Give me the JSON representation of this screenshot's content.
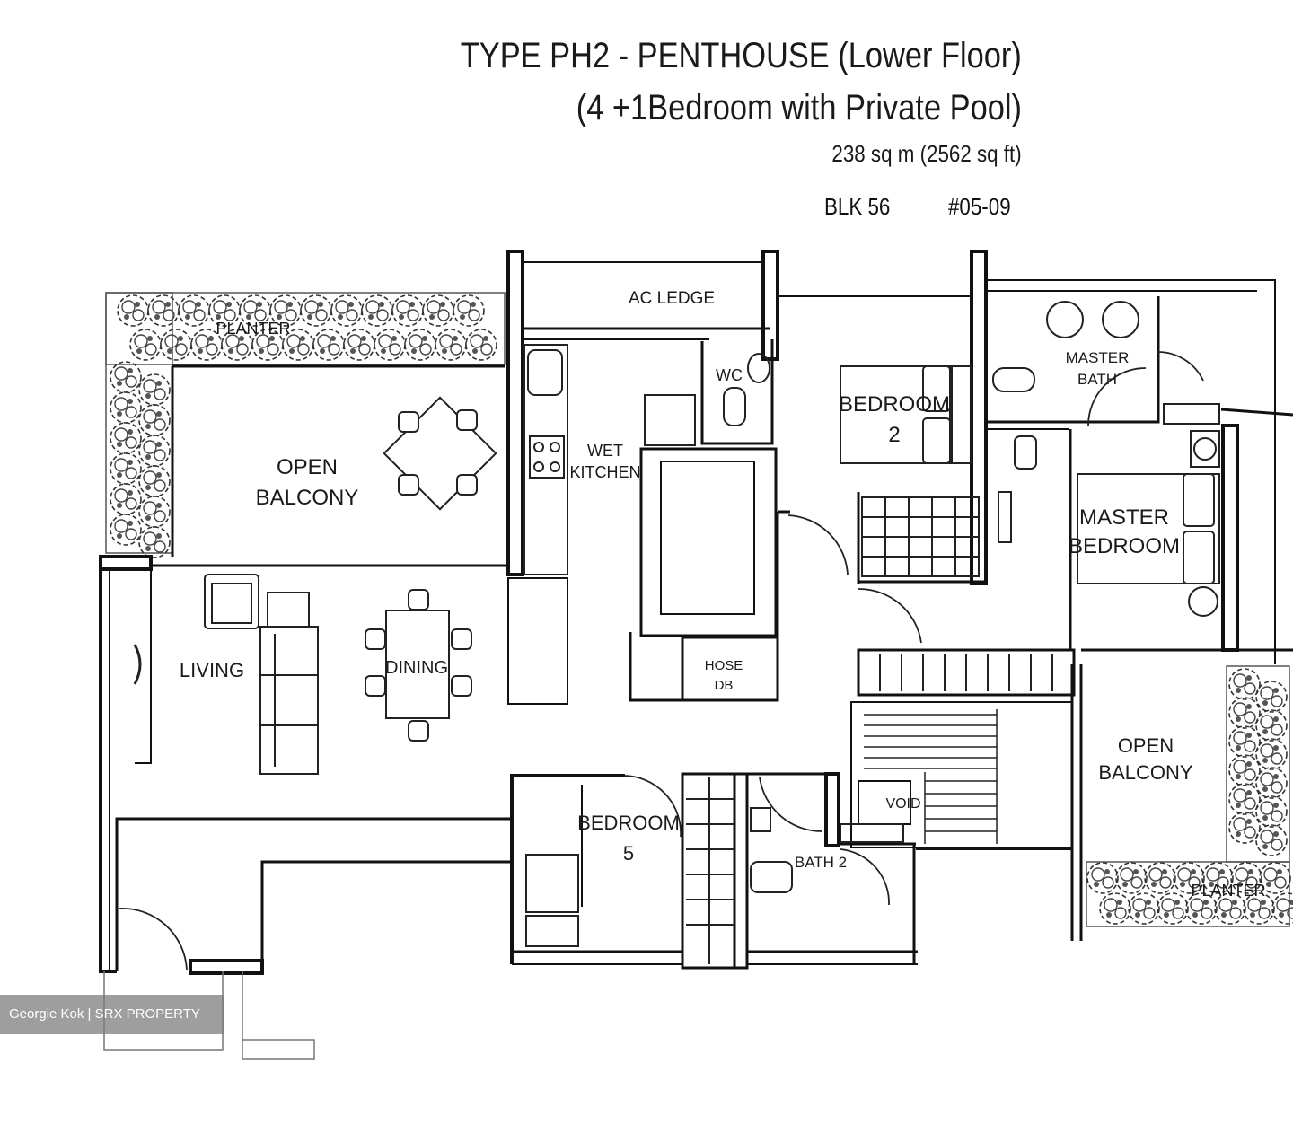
{
  "header": {
    "title_line1": "TYPE PH2 - PENTHOUSE (Lower Floor)",
    "title_line2": "(4 +1Bedroom with Private Pool)",
    "area": "238 sq m (2562 sq ft)",
    "block": "BLK 56",
    "unit": "#05-09"
  },
  "rooms": {
    "ac_ledge": "AC LEDGE",
    "planter_top": "PLANTER",
    "open_balcony_left_1": "OPEN",
    "open_balcony_left_2": "BALCONY",
    "wc": "WC",
    "wet_kitchen_1": "WET",
    "wet_kitchen_2": "KITCHEN",
    "bedroom2_1": "BEDROOM",
    "bedroom2_2": "2",
    "master_bath_1": "MASTER",
    "master_bath_2": "BATH",
    "master_bedroom_1": "MASTER",
    "master_bedroom_2": "BEDROOM",
    "living": "LIVING",
    "dining": "DINING",
    "hose_1": "HOSE",
    "hose_2": "DB",
    "open_balcony_right_1": "OPEN",
    "open_balcony_right_2": "BALCONY",
    "void": "VOID",
    "bedroom5_1": "BEDROOM",
    "bedroom5_2": "5",
    "bath2": "BATH 2",
    "planter_bottom": "PLANTER"
  },
  "watermark": "Georgie Kok | SRX PROPERTY"
}
